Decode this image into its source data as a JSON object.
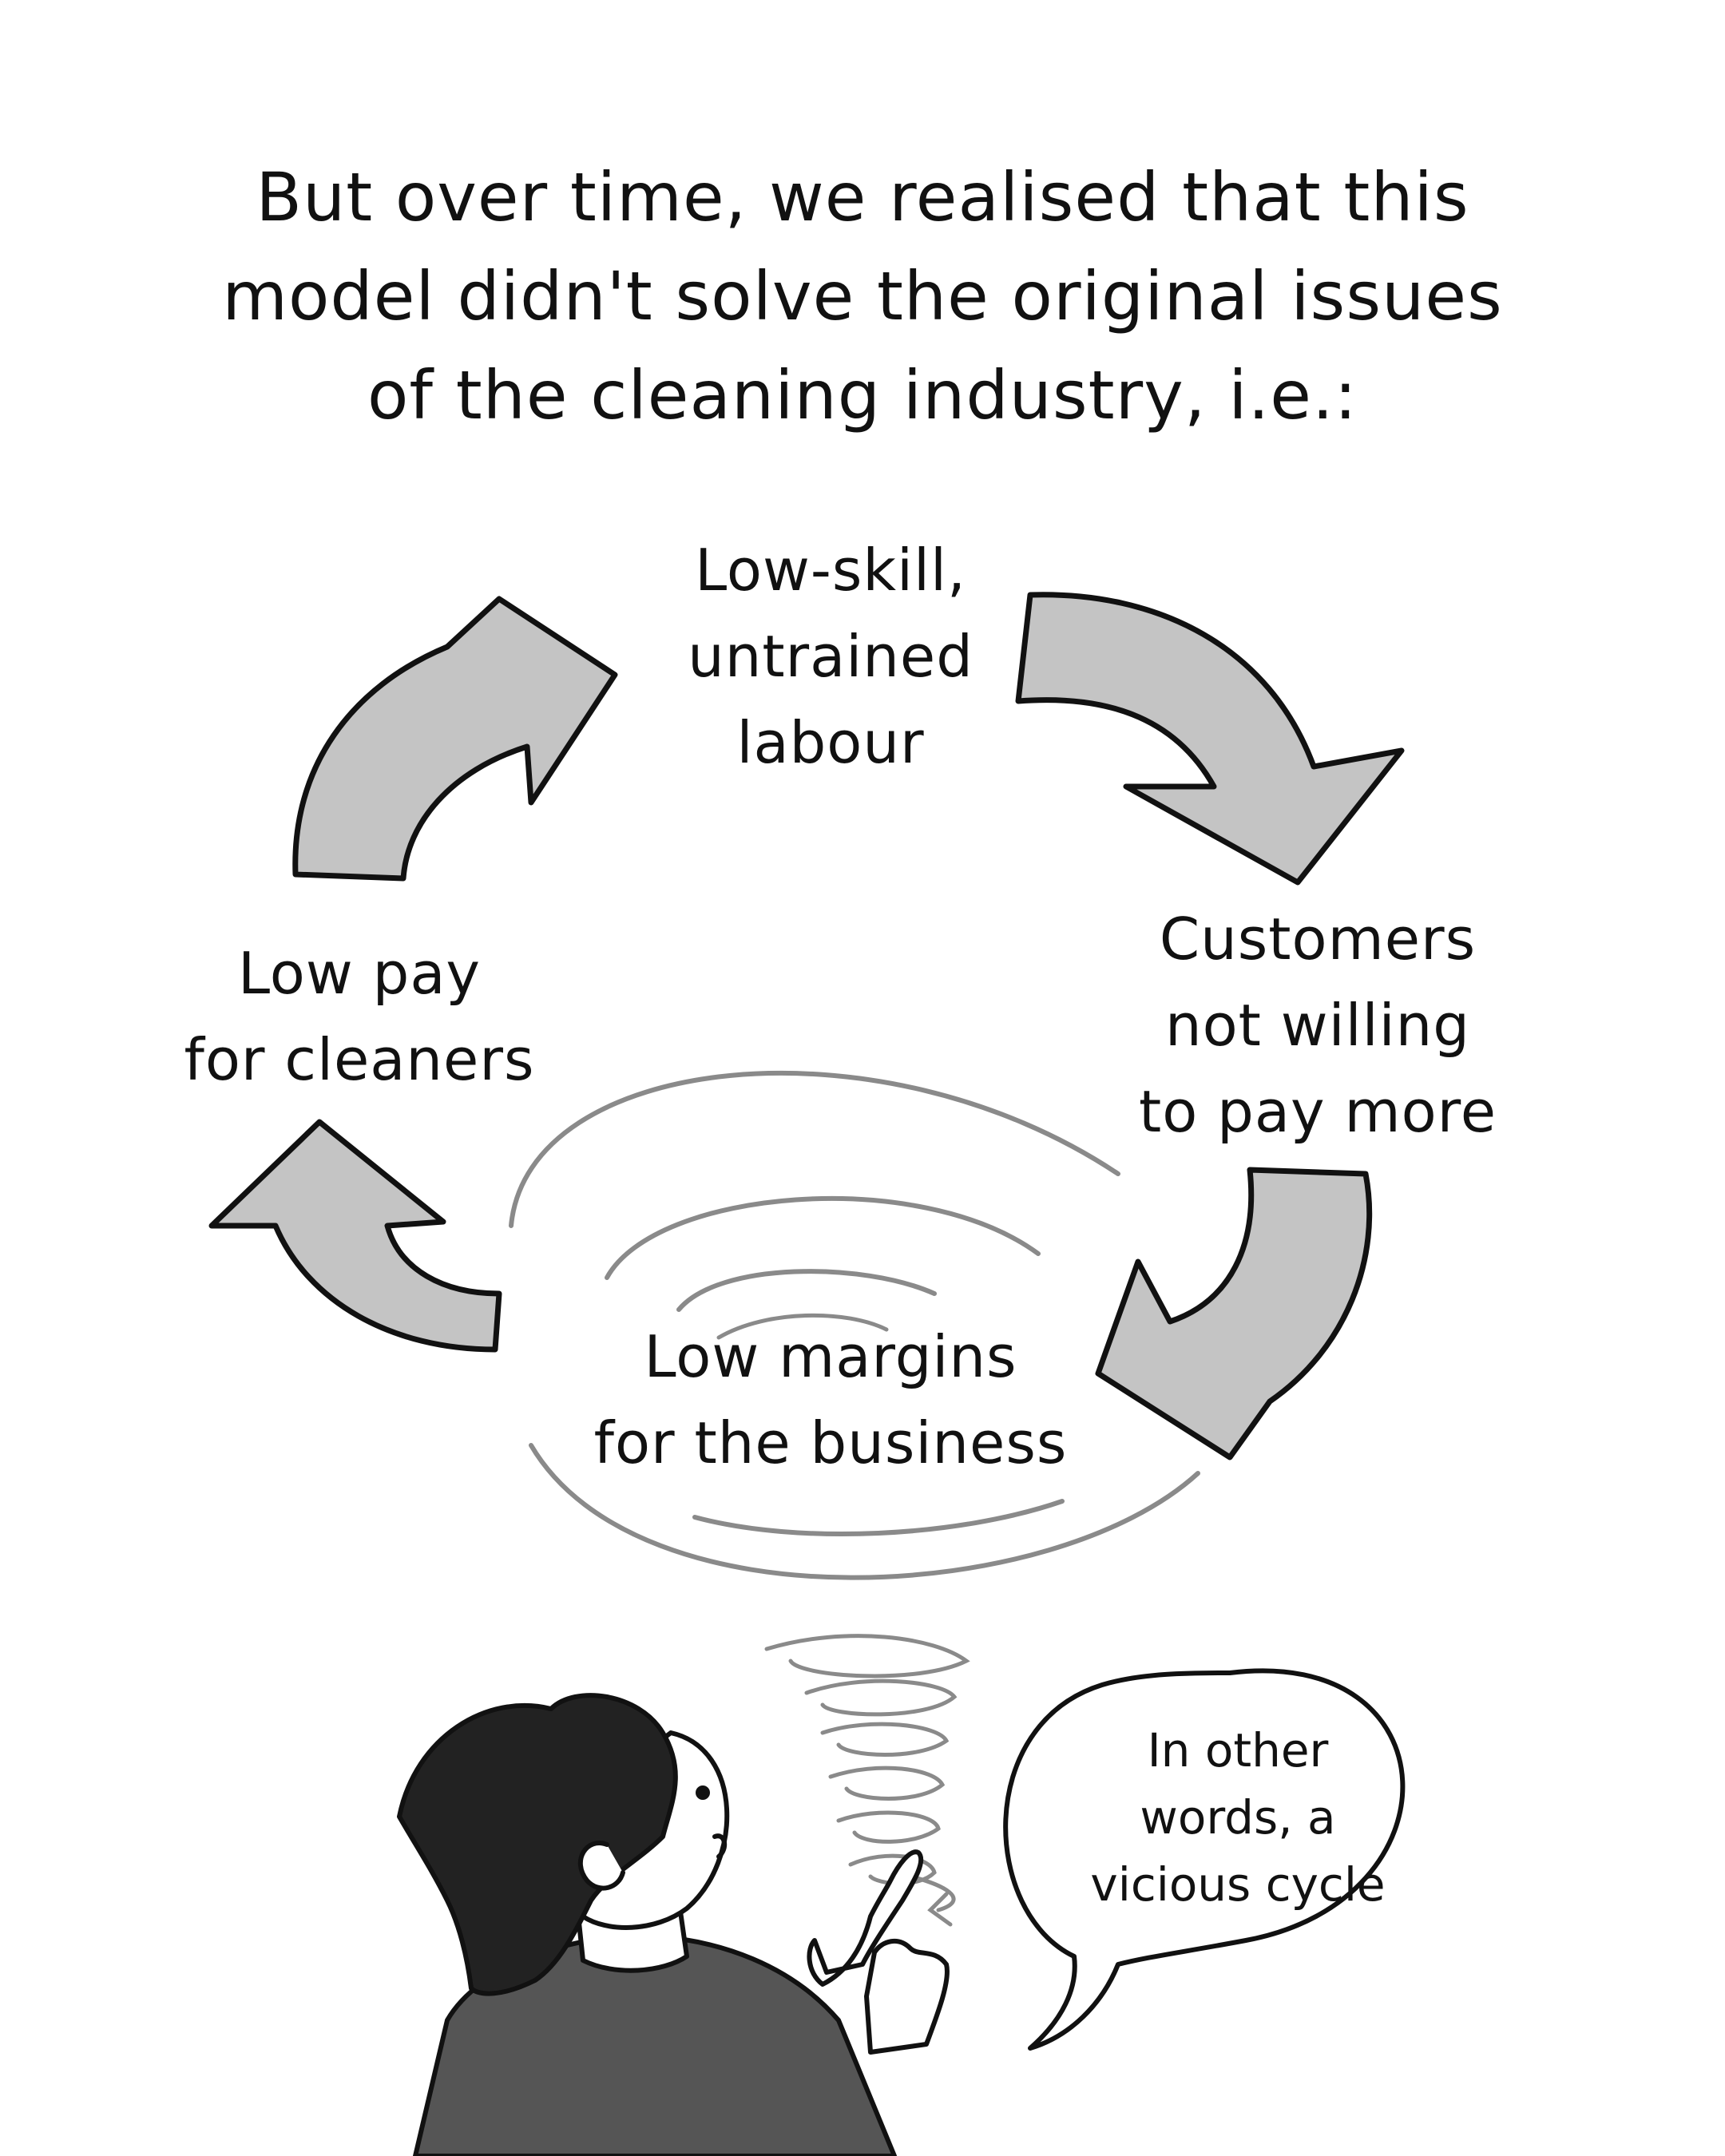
{
  "caption": {
    "line1": "But over time, we realised that this",
    "line2": "model didn't solve the original issues",
    "line3": "of the cleaning industry, i.e.:"
  },
  "cycle": {
    "nodes": {
      "top": {
        "line1": "Low-skill,",
        "line2": "untrained",
        "line3": "labour"
      },
      "right": {
        "line1": "Customers",
        "line2": "not willing",
        "line3": "to pay more"
      },
      "bottom": {
        "line1": "Low margins",
        "line2": "for the business"
      },
      "left": {
        "line1": "Low pay",
        "line2": "for cleaners"
      }
    },
    "arrow_fill": "#c4c4c4",
    "swirl_stroke": "#8a8a8a"
  },
  "speech_bubble": {
    "line1": "In other",
    "line2": "words, a",
    "line3": "vicious cycle"
  },
  "colors": {
    "ink": "#111111",
    "background": "#ffffff",
    "hair": "#222222",
    "shirt": "#555555",
    "skin": "#ffffff"
  }
}
